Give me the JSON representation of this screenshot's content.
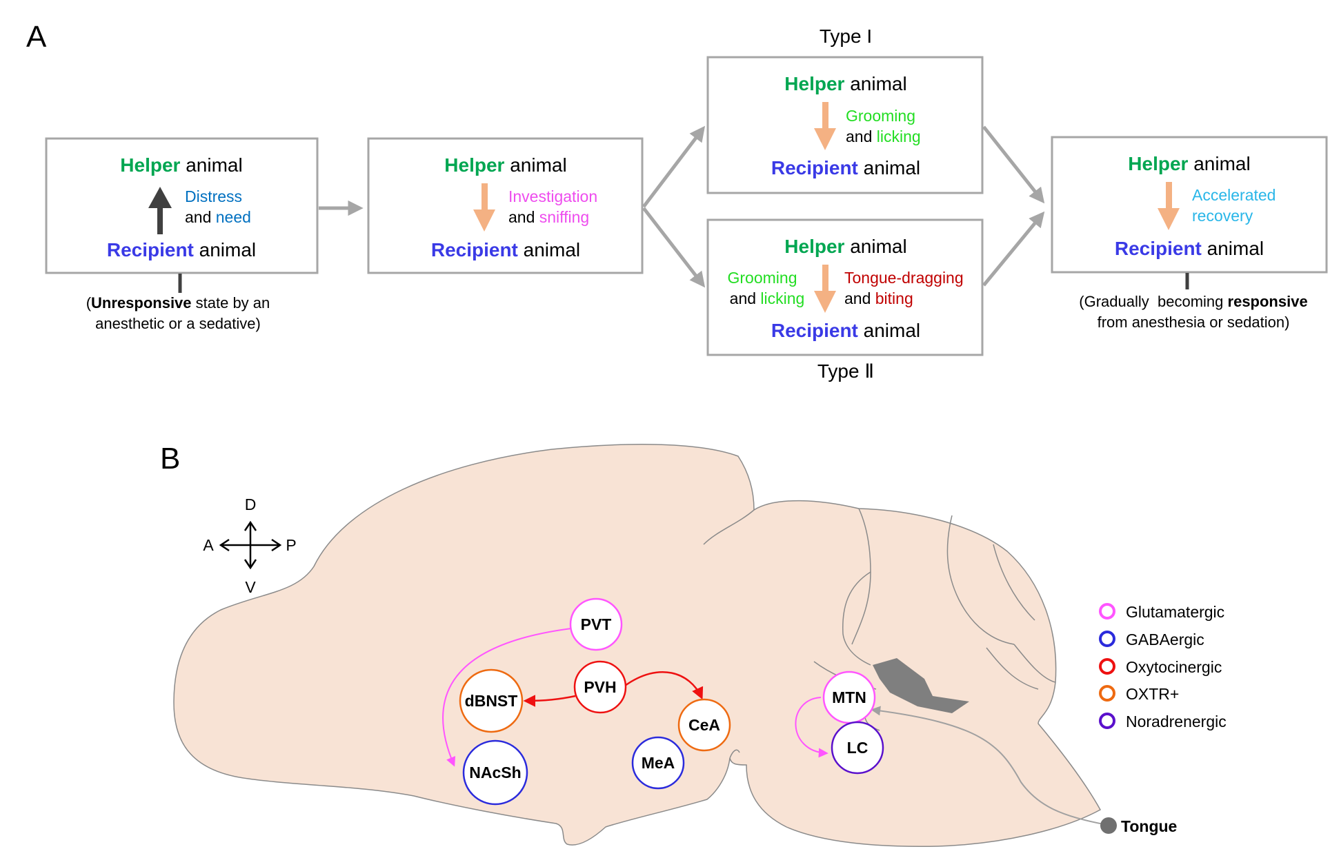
{
  "colors": {
    "helper": "#00a651",
    "recipient": "#3a3ae6",
    "distress": "#0070c0",
    "investigation": "#ee4cee",
    "grooming": "#22dd22",
    "tongue": "#c00000",
    "recovery": "#29b6e8",
    "box_border": "#a6a6a6",
    "flow_arrow": "#a6a6a6",
    "dark_arrow": "#404040",
    "soft_arrow": "#f4b183",
    "brain_fill": "#f8e3d5",
    "ventricle": "#7f7f7f",
    "glutamatergic": "#ff55ff",
    "gabaergic": "#2b2bdc",
    "oxytocinergic": "#ee1111",
    "oxtr": "#ee6a11",
    "noradrenergic": "#5a10cc",
    "projection_red": "#ee1111",
    "projection_pink": "#ff55ff",
    "projection_gray": "#a0a0a0"
  },
  "panelA": {
    "label": "A",
    "helper_word": "Helper",
    "recipient_word": "Recipient",
    "animal_word": "animal",
    "and_word": "and",
    "box1": {
      "line1": "Distress",
      "line2_key": "need",
      "note_open": "(",
      "note_bold": "Unresponsive",
      "note_rest": " state by an",
      "note_line2": "anesthetic or a sedative)"
    },
    "box2": {
      "line1": "Investigation",
      "line2_key": "sniffing"
    },
    "type1": {
      "title": "Type I",
      "line1": "Grooming",
      "line2_key": "licking"
    },
    "type2": {
      "title": "Type Ⅱ",
      "left_line1": "Grooming",
      "left_line2_key": "licking",
      "right_line1": "Tongue-dragging",
      "right_line2_key": "biting"
    },
    "box4": {
      "line1": "Accelerated",
      "line2": "recovery",
      "note_prefix": "(Gradually  becoming ",
      "note_bold": "responsive",
      "note_line2": "from anesthesia or sedation)"
    }
  },
  "panelB": {
    "label": "B",
    "compass": {
      "dorsal": "D",
      "ventral": "V",
      "anterior": "A",
      "posterior": "P"
    },
    "nodes": [
      {
        "id": "PVT",
        "label": "PVT",
        "type": "glutamatergic"
      },
      {
        "id": "PVH",
        "label": "PVH",
        "type": "oxytocinergic"
      },
      {
        "id": "dBNST",
        "label": "dBNST",
        "type": "oxtr"
      },
      {
        "id": "NAcSh",
        "label": "NAcSh",
        "type": "gabaergic"
      },
      {
        "id": "CeA",
        "label": "CeA",
        "type": "oxtr"
      },
      {
        "id": "MeA",
        "label": "MeA",
        "type": "gabaergic"
      },
      {
        "id": "MTN",
        "label": "MTN",
        "type": "glutamatergic"
      },
      {
        "id": "LC",
        "label": "LC",
        "type": "noradrenergic"
      }
    ],
    "tongue_label": "Tongue",
    "legend": [
      {
        "label": "Glutamatergic",
        "type": "glutamatergic"
      },
      {
        "label": "GABAergic",
        "type": "gabaergic"
      },
      {
        "label": "Oxytocinergic",
        "type": "oxytocinergic"
      },
      {
        "label": "OXTR+",
        "type": "oxtr"
      },
      {
        "label": "Noradrenergic",
        "type": "noradrenergic"
      }
    ]
  }
}
